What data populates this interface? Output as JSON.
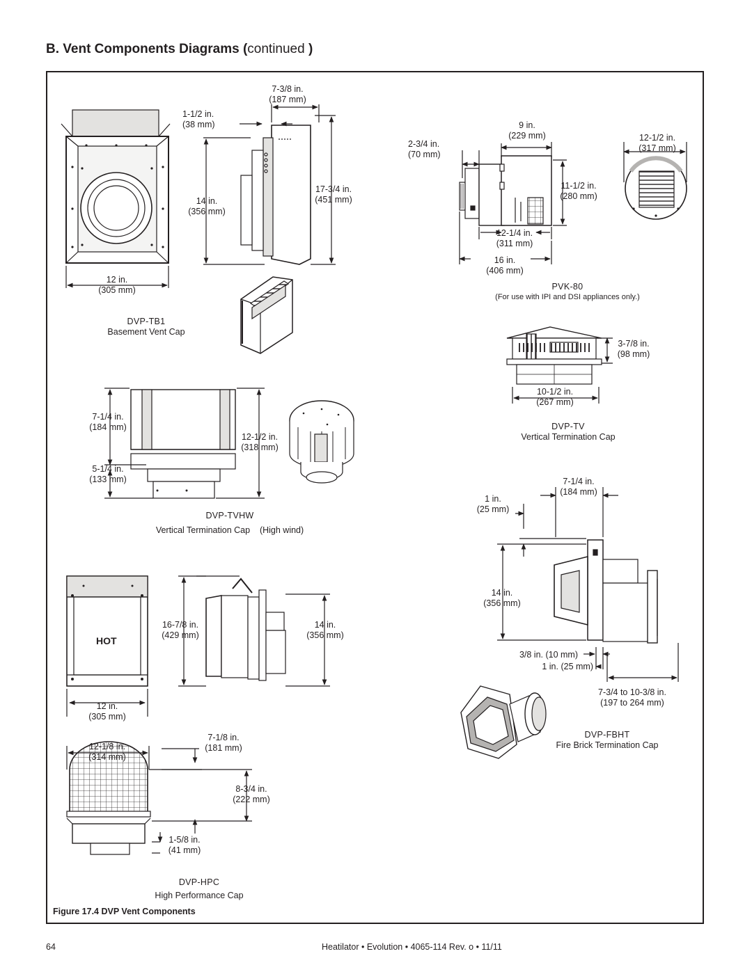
{
  "header": {
    "title_bold": "B.  Vent Components Diagrams (",
    "title_normal": "continued",
    "title_close": " )"
  },
  "tb1": {
    "dim_top": "7-3/8 in.",
    "dim_top_mm": "(187 mm)",
    "dim_side": "1-1/2 in.",
    "dim_side_mm": "(38 mm)",
    "dim_h": "14 in.",
    "dim_h_mm": "(356 mm)",
    "dim_total": "17-3/4 in.",
    "dim_total_mm": "(451 mm)",
    "dim_w": "12 in.",
    "dim_w_mm": "(305 mm)",
    "model": "DVP-TB1",
    "name": "Basement Vent Cap"
  },
  "pvk": {
    "dim_a": "2-3/4 in.",
    "dim_a_mm": "(70 mm)",
    "dim_b": "9 in.",
    "dim_b_mm": "(229 mm)",
    "dim_c": "12-1/2 in.",
    "dim_c_mm": "(317 mm)",
    "dim_d": "11-1/2 in.",
    "dim_d_mm": "(280 mm)",
    "dim_e": "12-1/4 in.",
    "dim_e_mm": "(311 mm)",
    "dim_f": "16 in.",
    "dim_f_mm": "(406 mm)",
    "model": "PVK-80",
    "note": "(For use with IPI and DSI appliances only.)"
  },
  "tv": {
    "dim_h": "3-7/8 in.",
    "dim_h_mm": "(98 mm)",
    "dim_w": "10-1/2 in.",
    "dim_w_mm": "(267 mm)",
    "model": "DVP-TV",
    "name": "Vertical Termination Cap"
  },
  "tvhw": {
    "dim_a": "7-1/4 in.",
    "dim_a_mm": "(184 mm)",
    "dim_b": "5-1/4 in.",
    "dim_b_mm": "(133 mm)",
    "dim_c": "12-1/2 in.",
    "dim_c_mm": "(318 mm)",
    "model": "DVP-TVHW",
    "name": "Vertical Termination Cap    (High wind)"
  },
  "fbht": {
    "dim_a": "7-1/4 in.",
    "dim_a_mm": "(184 mm)",
    "dim_b": "1 in.",
    "dim_b_mm": "(25 mm)",
    "dim_c": "14 in.",
    "dim_c_mm": "(356 mm)",
    "dim_d": "3/8 in. (10 mm)",
    "dim_e": "1 in. (25 mm)",
    "dim_f": "7-3/4 to 10-3/8 in.",
    "dim_f_mm": "(197 to 264 mm)",
    "model": "DVP-FBHT",
    "name": "Fire Brick Termination Cap"
  },
  "hpc_front": {
    "hot": "HOT",
    "dim_a": "16-7/8 in.",
    "dim_a_mm": "(429 mm)",
    "dim_b": "14 in.",
    "dim_b_mm": "(356 mm)",
    "dim_w": "12 in.",
    "dim_w_mm": "(305 mm)"
  },
  "hpc": {
    "dim_a": "12-1/8 in.",
    "dim_a_mm": "(314 mm)",
    "dim_b": "7-1/8 in.",
    "dim_b_mm": "(181 mm)",
    "dim_c": "8-3/4 in.",
    "dim_c_mm": "(222 mm)",
    "dim_d": "1-5/8 in.",
    "dim_d_mm": "(41 mm)",
    "model": "DVP-HPC",
    "name": "High Performance Cap"
  },
  "figure": {
    "caption": "Figure 17.4  DVP Vent Components"
  },
  "footer": {
    "page": "64",
    "text": "Heatilator  •  Evolution  •  4065-114 Rev. o  •  11/11"
  },
  "colors": {
    "ink": "#231f20",
    "shade": "#b5b3b1",
    "light": "#e3e2e0"
  }
}
